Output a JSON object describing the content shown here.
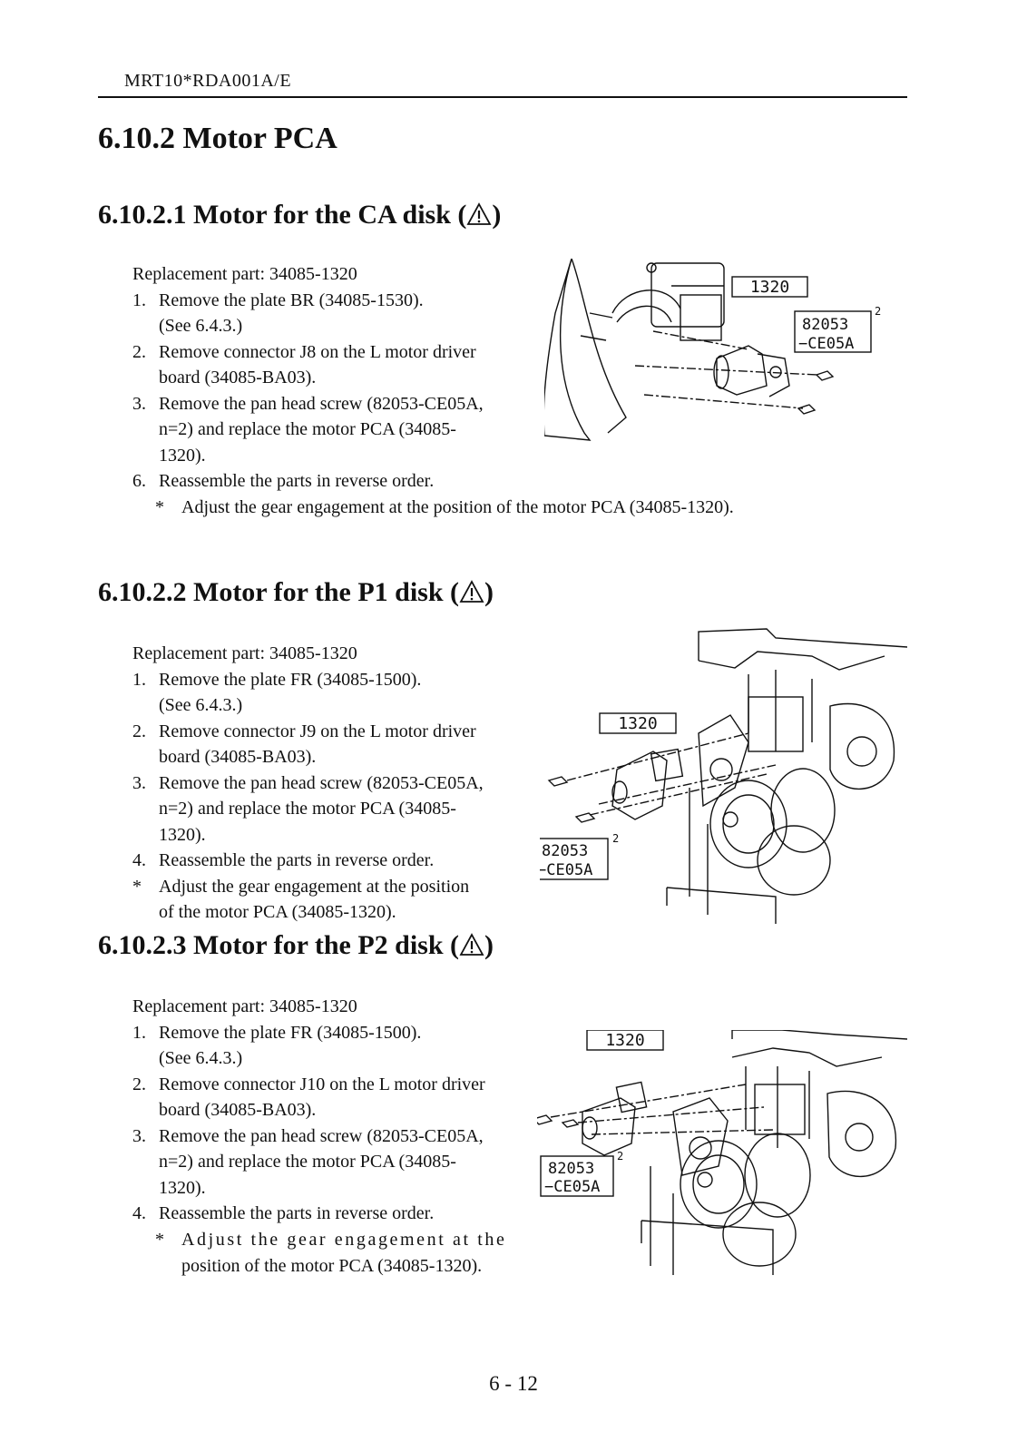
{
  "header": {
    "doc_code": "MRT10*RDA001A/E"
  },
  "section": {
    "title": "6.10.2 Motor PCA"
  },
  "subsections": [
    {
      "title": "6.10.2.1 Motor for the CA disk (",
      "title_close": ")",
      "replacement": "Replacement part: 34085-1320",
      "steps": [
        {
          "num": "1.",
          "lines": [
            "Remove the plate BR (34085-1530).",
            "(See 6.4.3.)"
          ]
        },
        {
          "num": "2.",
          "lines": [
            "Remove connector J8 on the L motor driver",
            "board (34085-BA03)."
          ]
        },
        {
          "num": "3.",
          "lines": [
            "Remove the pan head screw (82053-CE05A,",
            "n=2) and replace the motor PCA (34085-",
            "1320)."
          ]
        },
        {
          "num": "6.",
          "lines": [
            "Reassemble the parts in reverse order."
          ]
        }
      ],
      "note_star": "*",
      "note": "Adjust the gear engagement at the position of the motor PCA  (34085-1320).",
      "figure": {
        "part_label": "1320",
        "screw_label_1": "82053",
        "screw_label_2": "−CE05A",
        "qty": "2"
      }
    },
    {
      "title": "6.10.2.2 Motor for the P1 disk (",
      "title_close": ")",
      "replacement": "Replacement part: 34085-1320",
      "steps": [
        {
          "num": "1.",
          "lines": [
            "Remove the plate FR (34085-1500).",
            "(See 6.4.3.)"
          ]
        },
        {
          "num": "2.",
          "lines": [
            "Remove connector J9 on the L motor driver",
            "board (34085-BA03)."
          ]
        },
        {
          "num": "3.",
          "lines": [
            "Remove the pan head screw (82053-CE05A,",
            "n=2) and replace the motor PCA (34085-",
            "1320)."
          ]
        },
        {
          "num": "4.",
          "lines": [
            "Reassemble the parts in reverse order."
          ]
        }
      ],
      "note_star": "*",
      "note_lines": [
        "Adjust the gear engagement at the position",
        "of the motor PCA (34085-1320)."
      ],
      "figure": {
        "part_label": "1320",
        "screw_label_1": "82053",
        "screw_label_2": "−CE05A",
        "qty": "2"
      }
    },
    {
      "title": "6.10.2.3 Motor for the P2 disk (",
      "title_close": ")",
      "replacement": "Replacement part: 34085-1320",
      "steps": [
        {
          "num": "1.",
          "lines": [
            "Remove the plate FR (34085-1500).",
            "(See 6.4.3.)"
          ]
        },
        {
          "num": "2.",
          "lines": [
            "Remove connector J10 on the L motor driver",
            "board (34085-BA03)."
          ]
        },
        {
          "num": "3.",
          "lines": [
            "Remove the pan head screw (82053-CE05A,",
            "n=2) and replace the motor PCA (34085-",
            "1320)."
          ]
        },
        {
          "num": "4.",
          "lines": [
            "Reassemble the parts in reverse order."
          ]
        }
      ],
      "note_star": "*",
      "note_lines": [
        "Adjust the gear engagement at the",
        "position of the motor PCA (34085-1320)."
      ],
      "figure": {
        "part_label": "1320",
        "screw_label_1": "82053",
        "screw_label_2": "−CE05A",
        "qty": "2"
      }
    }
  ],
  "footer": {
    "page_number": "6 - 12"
  }
}
